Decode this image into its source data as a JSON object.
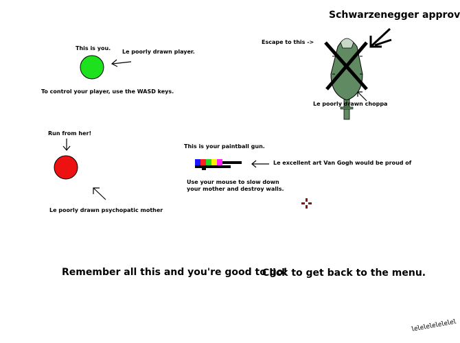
{
  "header": {
    "title": "Schwarzenegger approved!"
  },
  "player": {
    "label_top": "This is you.",
    "label_side": "Le poorly drawn player.",
    "controls": "To control your player, use the WASD keys.",
    "color": "#1ee11e"
  },
  "mother": {
    "label_top": "Run from her!",
    "label_bottom": "Le poorly drawn psychopatic mother",
    "color": "#ee1111"
  },
  "gun": {
    "label_top": "This is your paintball gun.",
    "label_side": "Le excellent art Van Gogh would be proud of",
    "instructions_line1": "Use your mouse to slow down",
    "instructions_line2": "your mother and destroy walls.",
    "colors": [
      "#1a1aff",
      "#ff2222",
      "#22dd22",
      "#ffee00",
      "#ff22ff"
    ]
  },
  "choppa": {
    "label_escape": "Escape to this ->",
    "label_bottom": "Le poorly drawn choppa",
    "color": "#5f8a62"
  },
  "crosshair": {
    "color": "#8b1111"
  },
  "footer": {
    "left": "Remember all this and you're good to go!",
    "right": "Click to get back to the menu."
  },
  "signature": "lelelelelelelel"
}
